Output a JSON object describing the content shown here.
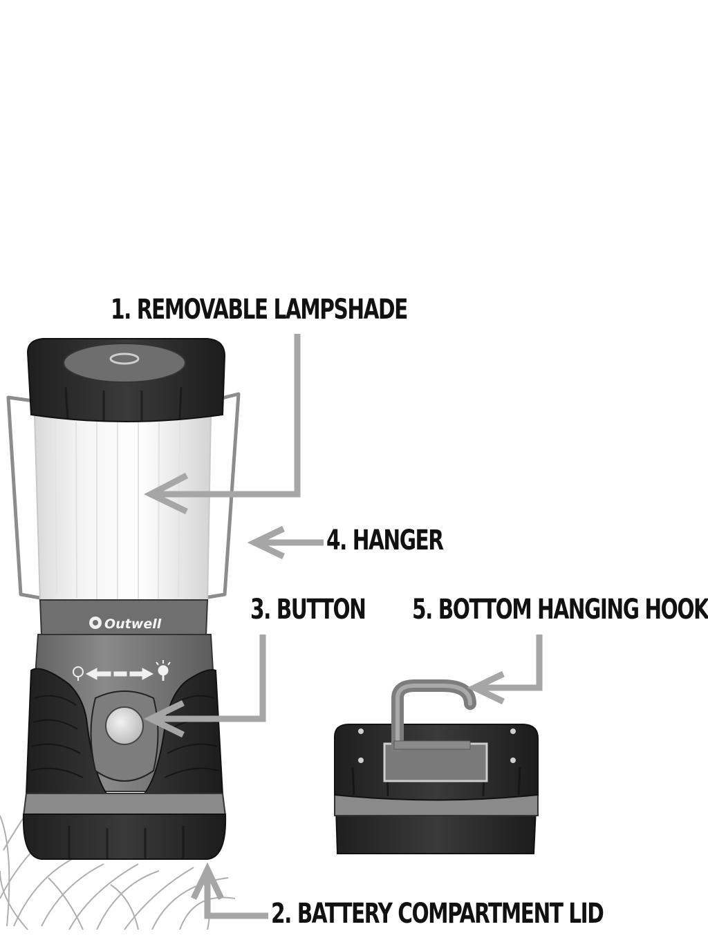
{
  "labels": {
    "lampshade": "1. REMOVABLE LAMPSHADE",
    "battery_lid": "2. BATTERY COMPARTMENT LID",
    "button": "3. BUTTON",
    "hanger": "4. HANGER",
    "bottom_hook": "5. BOTTOM HANGING HOOK"
  },
  "brand": {
    "name": "Outwell"
  },
  "colors": {
    "arrow": "#a6a6a6",
    "label": "#111111",
    "body_dark": "#2e2e2e",
    "body_mid": "#7b7b7b",
    "shade": "#ececec"
  }
}
